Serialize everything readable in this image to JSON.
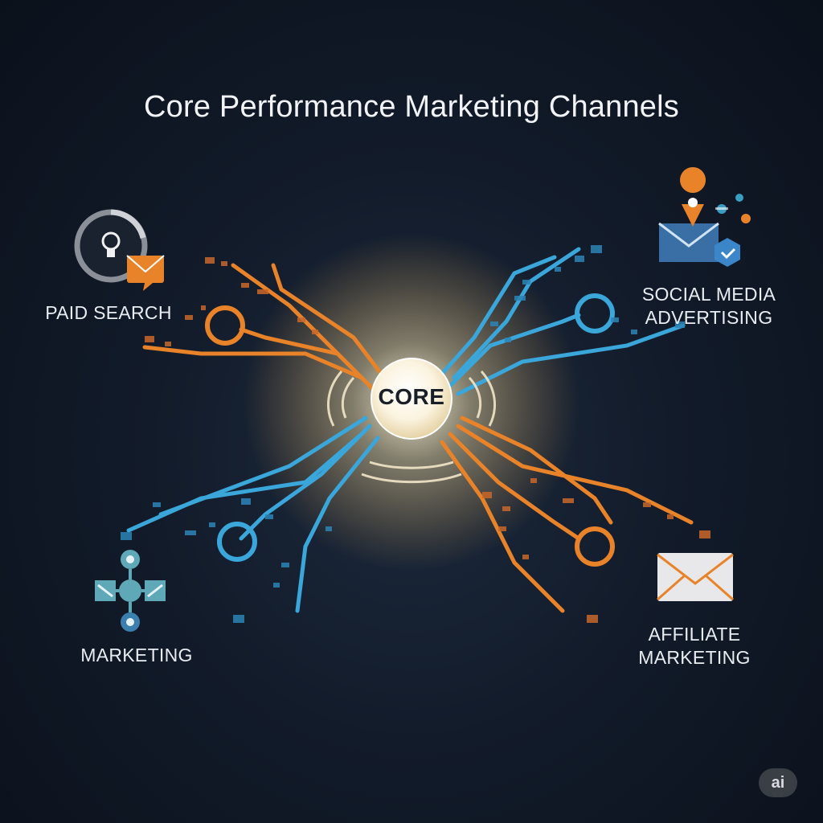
{
  "title": "Core Performance Marketing Channels",
  "core": {
    "label": "CORE"
  },
  "channels": {
    "paid_search": {
      "label": "PAID SEARCH",
      "icon": "lightbulb-envelope-icon"
    },
    "social_media": {
      "line1": "SOCIAL MEDIA",
      "line2": "ADVERTISING",
      "icon": "map-pin-envelope-icon"
    },
    "marketing": {
      "label": "MARKETING",
      "icon": "network-nodes-icon"
    },
    "affiliate": {
      "line1": "AFFILIATE",
      "line2": "MARKETING",
      "icon": "envelope-icon"
    }
  },
  "badge": {
    "label": "ai"
  },
  "colors": {
    "orange": "#e8832a",
    "blue": "#3aa6d9",
    "core_glow": "#fff4d6",
    "background": "#121b2a"
  }
}
